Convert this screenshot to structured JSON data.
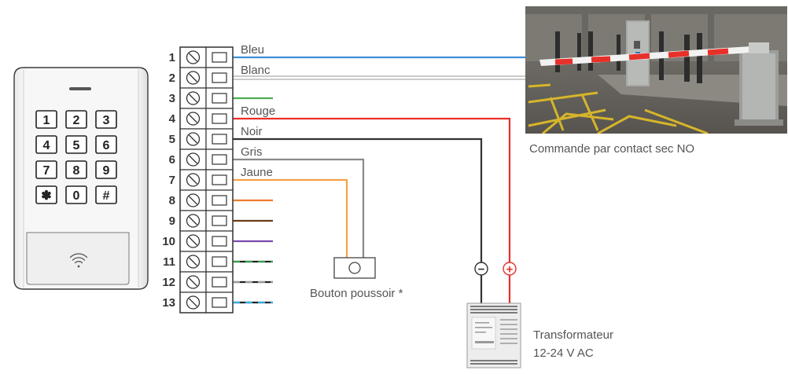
{
  "terminal_block": {
    "numbers": [
      "1",
      "2",
      "3",
      "4",
      "5",
      "6",
      "7",
      "8",
      "9",
      "10",
      "11",
      "12",
      "13"
    ]
  },
  "wires": [
    {
      "terminal": "1",
      "label": "Bleu",
      "color": "#3f8ed8"
    },
    {
      "terminal": "2",
      "label": "Blanc",
      "color": "#c9c9c9"
    },
    {
      "terminal": "3",
      "label": "",
      "color": "#4caf50"
    },
    {
      "terminal": "4",
      "label": "Rouge",
      "color": "#e8302a"
    },
    {
      "terminal": "5",
      "label": "Noir",
      "color": "#333333"
    },
    {
      "terminal": "6",
      "label": "Gris",
      "color": "#8a8a8a"
    },
    {
      "terminal": "7",
      "label": "Jaune",
      "color": "#f3a24a"
    },
    {
      "terminal": "8",
      "label": "",
      "color": "#f07b2c"
    },
    {
      "terminal": "9",
      "label": "",
      "color": "#6b3b1a"
    },
    {
      "terminal": "10",
      "label": "",
      "color": "#7a4bb0"
    },
    {
      "terminal": "11",
      "label": "",
      "color": "#3aa050",
      "secondary": "#222222"
    },
    {
      "terminal": "12",
      "label": "",
      "color": "#9a9a9a",
      "secondary": "#222222"
    },
    {
      "terminal": "13",
      "label": "",
      "color": "#33aee6",
      "secondary": "#222222"
    }
  ],
  "keypad": {
    "keys": [
      "1",
      "2",
      "3",
      "4",
      "5",
      "6",
      "7",
      "8",
      "9",
      "✽",
      "0",
      "#"
    ],
    "reader_icon": "contactless-icon"
  },
  "barrier": {
    "caption": "Commande par contact sec NO"
  },
  "push_button": {
    "label": "Bouton poussoir *"
  },
  "transformer": {
    "line1": "Transformateur",
    "line2": "12-24 V AC",
    "minus_symbol": "−",
    "plus_symbol": "+"
  }
}
